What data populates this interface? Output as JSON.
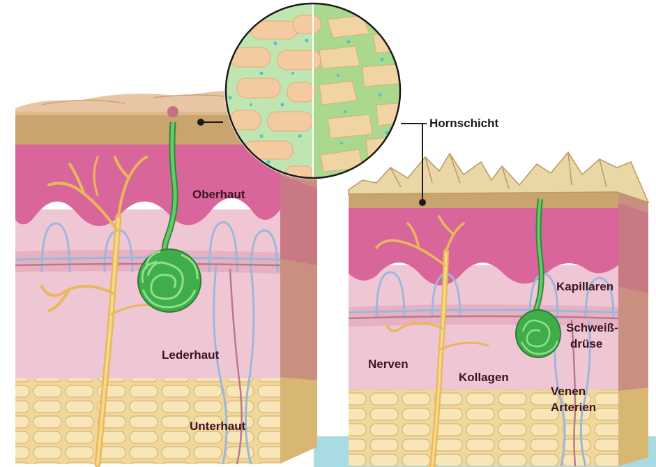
{
  "labels": {
    "hornschicht": "Hornschicht",
    "oberhaut": "Oberhaut",
    "lederhaut": "Lederhaut",
    "unterhaut": "Unterhaut",
    "kapillaren": "Kapillaren",
    "schweissdruese_1": "Schweiß-",
    "schweissdruese_2": "drüse",
    "nerven": "Nerven",
    "kollagen": "Kollagen",
    "venen": "Venen",
    "arterien": "Arterien"
  },
  "colors": {
    "horn_layer": "#c9a46e",
    "epidermis": "#d9669a",
    "dermis": "#efc4d4",
    "subcutis": "#f3dca4",
    "sweat_gland": "#3fae4a",
    "nerve": "#e8b85a",
    "vein": "#9ab8dc",
    "water": "#9fd4dd",
    "magnifier_fill": "#b9e2a4",
    "cell": "#f4caa0",
    "leader_line": "#1a1a1a"
  }
}
